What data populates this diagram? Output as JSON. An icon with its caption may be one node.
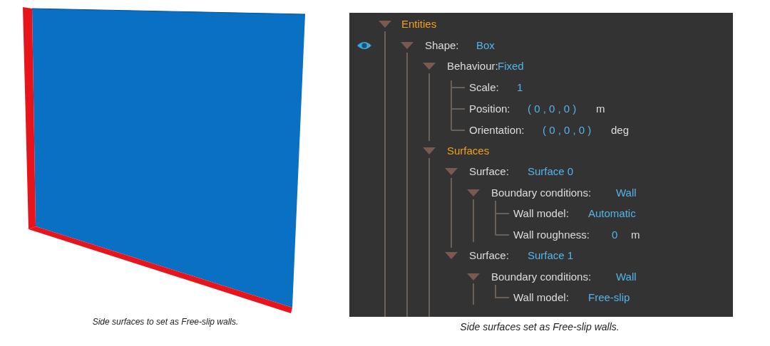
{
  "diagram": {
    "labels": [
      "Entities",
      "Shape:",
      "Box",
      "Behaviour:",
      "Fixed",
      "Scale:",
      "1",
      "Position:",
      "( 0 , 0 , 0 )",
      "m",
      "Orientation:",
      "( 0 , 0 , 0 )",
      "deg",
      "Surfaces",
      "Surface:",
      "Surface 0",
      "Boundary conditions:",
      "Wall",
      "Wall model:",
      "Automatic",
      "Wall roughness:",
      "0",
      "m",
      "Surface:",
      "Surface 1",
      "Boundary conditions:",
      "Wall",
      "Wall model:",
      "Free-slip",
      "Side surfaces to set as Free-slip walls.",
      "Side surfaces set as Free-slip walls."
    ]
  }
}
